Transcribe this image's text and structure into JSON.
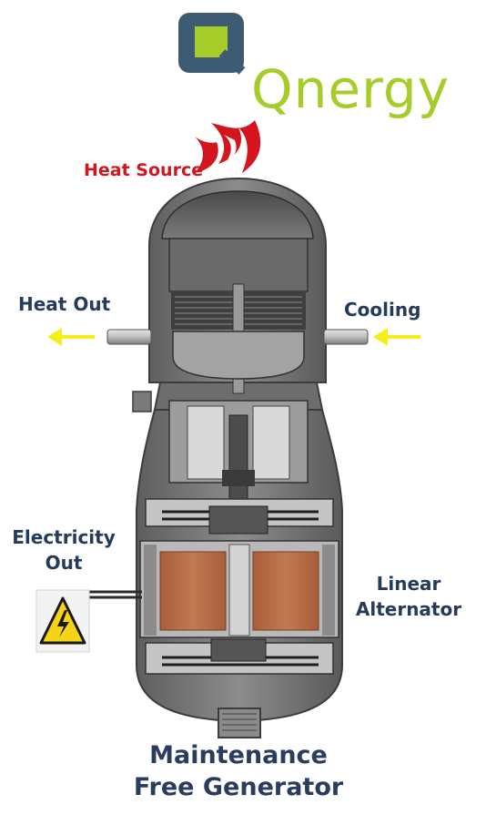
{
  "brand": {
    "name": "Qnergy"
  },
  "labels": {
    "heat_source": "Heat Source",
    "heat_out": "Heat Out",
    "cooling": "Cooling",
    "electricity_out_line1": "Electricity",
    "electricity_out_line2": "Out",
    "linear_alternator_line1": "Linear",
    "linear_alternator_line2": "Alternator"
  },
  "title": {
    "line1": "Maintenance",
    "line2": "Free Generator"
  },
  "colors": {
    "brand_green": "#a6cc2a",
    "brand_blue": "#3d5c74",
    "heat_red": "#d4151e",
    "label_navy": "#243b5a",
    "arrow_yellow": "#f4ef1a",
    "copper": "#b87048",
    "steel": "#8a8a8a"
  }
}
